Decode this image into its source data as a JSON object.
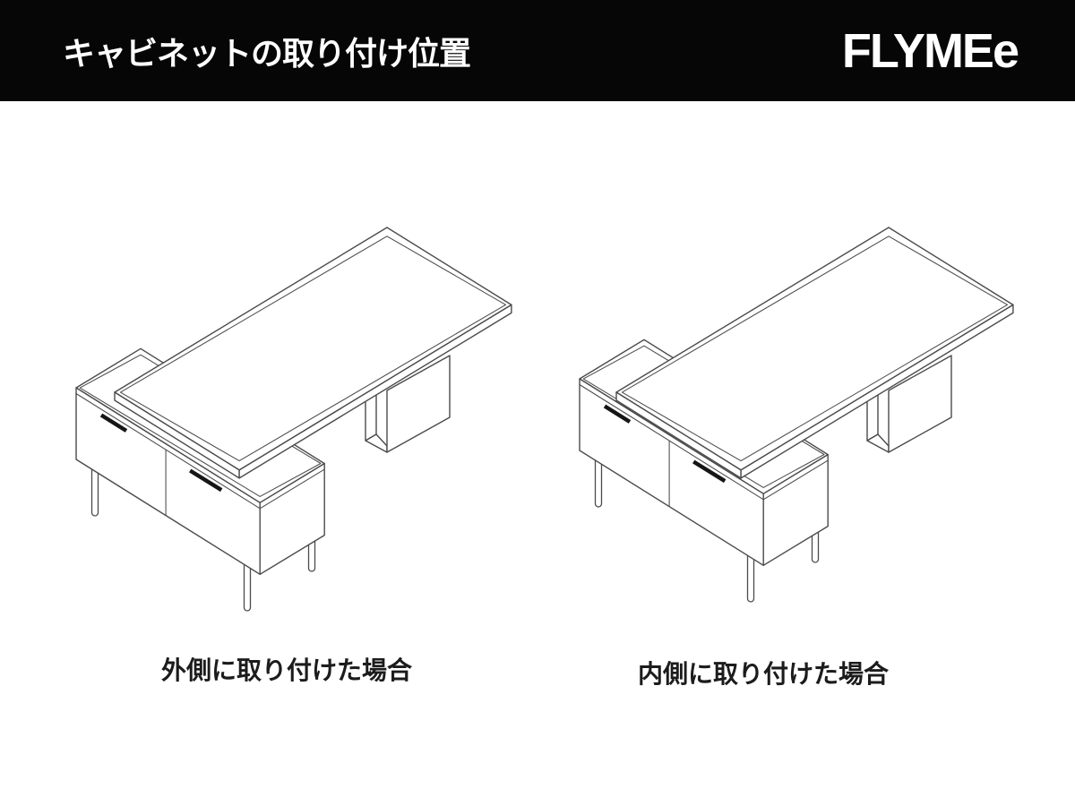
{
  "header": {
    "title": "キャビネットの取り付け位置",
    "brand": "FLYMEe",
    "background": "#060606",
    "text_color": "#ffffff"
  },
  "diagrams": [
    {
      "id": "outside",
      "caption": "外側に取り付けた場合",
      "description": "isometric line drawing of desk with side cabinet mounted on the outer side"
    },
    {
      "id": "inside",
      "caption": "内側に取り付けた場合",
      "description": "isometric line drawing of desk with side cabinet mounted on the inner side"
    }
  ],
  "drawing": {
    "line_color": "#4b4b4b",
    "handle_color": "#161616",
    "background": "#ffffff"
  }
}
